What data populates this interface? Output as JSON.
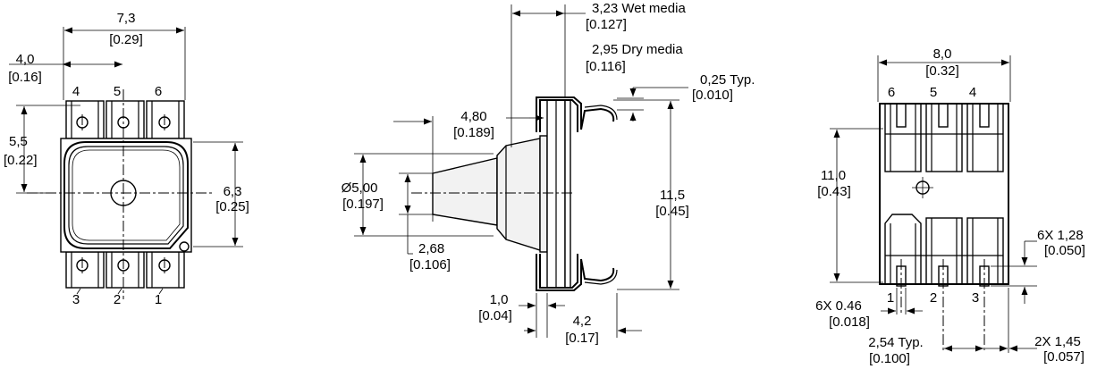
{
  "front_view": {
    "width_mm": "7,3",
    "width_in": "[0.29]",
    "pin_offset_mm": "4,0",
    "pin_offset_in": "[0.16]",
    "pin_pitch_v_mm": "5,5",
    "pin_pitch_v_in": "[0.22]",
    "body_h_mm": "6,3",
    "body_h_in": "[0.25]",
    "top_pins": [
      "4",
      "5",
      "6"
    ],
    "bottom_pins": [
      "3",
      "2",
      "1"
    ]
  },
  "side_view": {
    "wet_mm": "3,23 Wet media",
    "wet_in": "[0.127]",
    "dry_mm": "2,95 Dry media",
    "dry_in": "[0.116]",
    "typ_mm": "0,25 Typ.",
    "typ_in": "[0.010]",
    "port_len_mm": "4,80",
    "port_len_in": "[0.189]",
    "dia_mm": "Ø5,00",
    "dia_in": "[0.197]",
    "inner_mm": "2,68",
    "inner_in": "[0.106]",
    "height_mm": "11,5",
    "height_in": "[0.45]",
    "flange_mm": "1,0",
    "flange_in": "[0.04]",
    "depth_mm": "4,2",
    "depth_in": "[0.17]"
  },
  "bottom_view": {
    "width_mm": "8,0",
    "width_in": "[0.32]",
    "height_mm": "11,0",
    "height_in": "[0.43]",
    "top_pins": [
      "6",
      "5",
      "4"
    ],
    "bottom_pins": [
      "1",
      "2",
      "3"
    ],
    "lead_len_mm": "6X 1,28",
    "lead_len_in": "[0.050]",
    "lead_w_mm": "6X 0.46",
    "lead_w_in": "[0.018]",
    "pitch_mm": "2,54 Typ.",
    "pitch_in": "[0.100]",
    "end_mm": "2X 1,45",
    "end_in": "[0.057]"
  }
}
